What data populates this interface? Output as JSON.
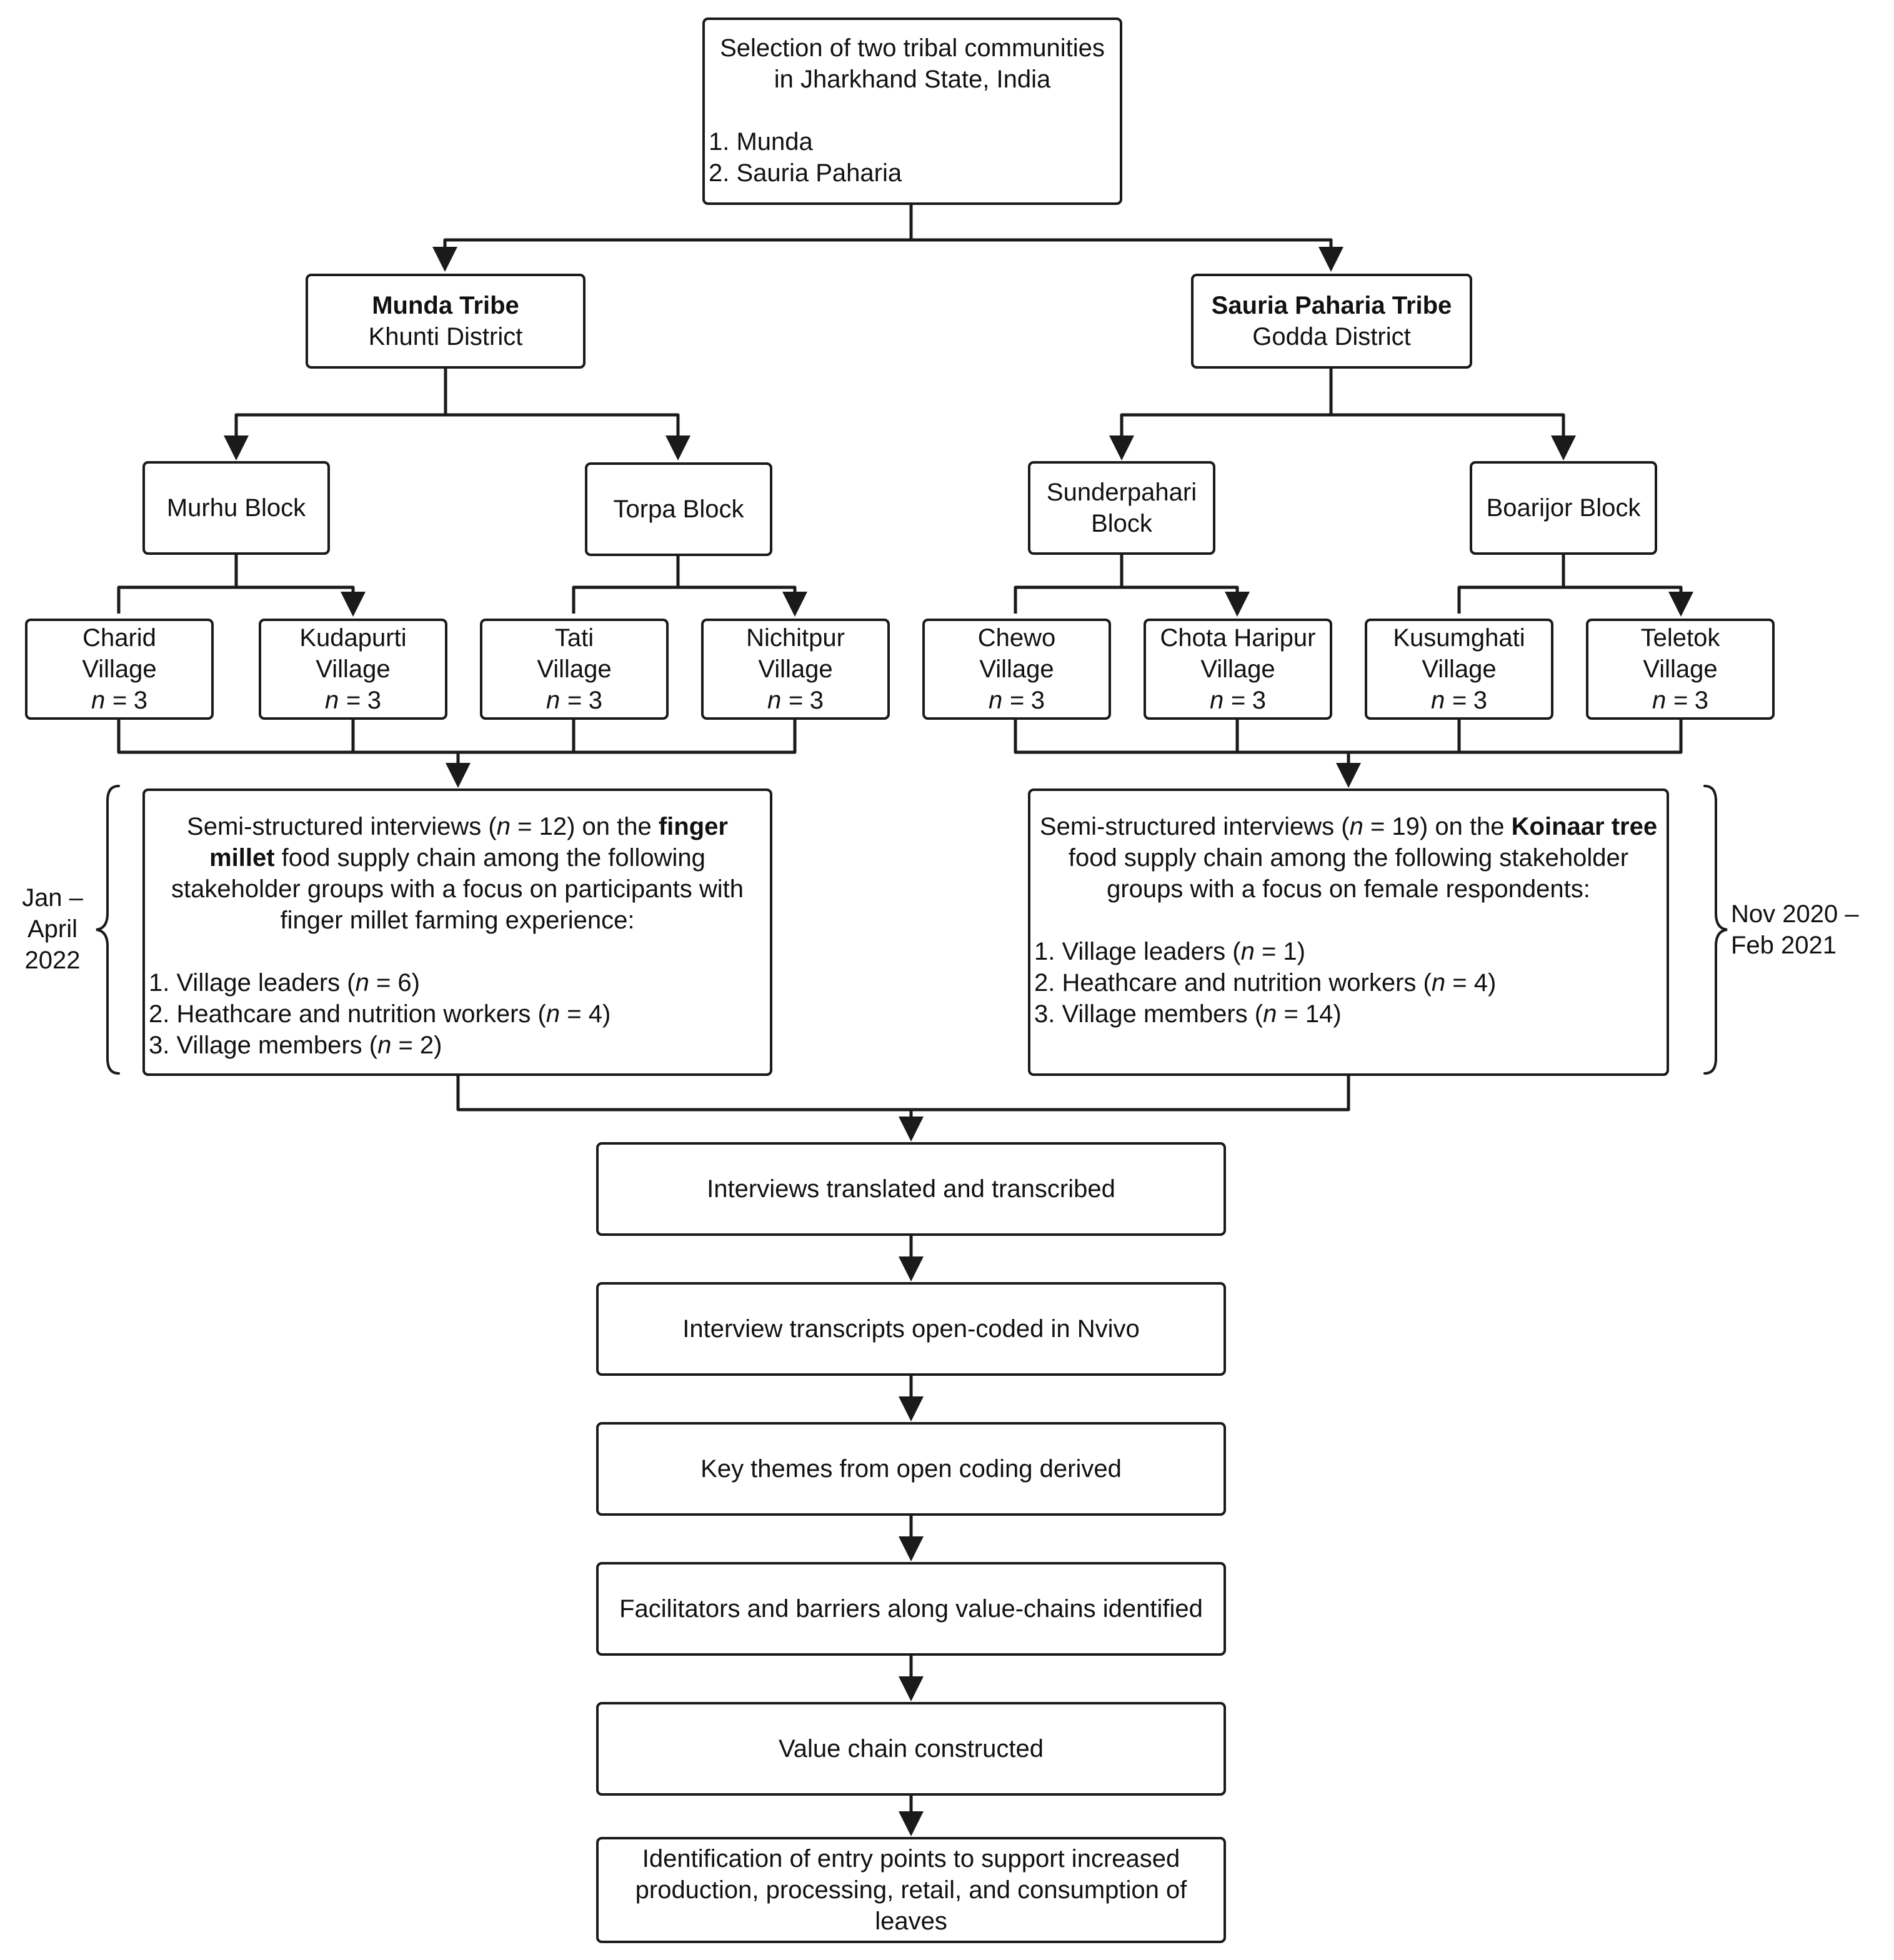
{
  "selection": {
    "title_line1": "Selection of two tribal communities",
    "title_line2": "in Jharkhand State, India",
    "items": [
      "1. Munda",
      "2. Sauria Paharia"
    ]
  },
  "tribes": {
    "munda": {
      "name": "Munda Tribe",
      "district": "Khunti District"
    },
    "sauria": {
      "name": "Sauria Paharia Tribe",
      "district": "Godda District"
    }
  },
  "blocks": {
    "murhu": "Murhu Block",
    "torpa": "Torpa Block",
    "sunderpahari_line1": "Sunderpahari",
    "sunderpahari_line2": "Block",
    "boarijor": "Boarijor Block"
  },
  "villages": [
    {
      "name": "Charid",
      "label": "Village",
      "n": "3"
    },
    {
      "name": "Kudapurti",
      "label": "Village",
      "n": "3"
    },
    {
      "name": "Tati",
      "label": "Village",
      "n": "3"
    },
    {
      "name": "Nichitpur",
      "label": "Village",
      "n": "3"
    },
    {
      "name": "Chewo",
      "label": "Village",
      "n": "3"
    },
    {
      "name": "Chota Haripur",
      "label": "Village",
      "n": "3"
    },
    {
      "name": "Kusumghati",
      "label": "Village",
      "n": "3"
    },
    {
      "name": "Teletok",
      "label": "Village",
      "n": "3"
    }
  ],
  "interviews": {
    "left": {
      "prefix": "Semi-structured interviews (",
      "n_var": "n",
      "count": " = 12) on the ",
      "bold": "finger millet",
      "rest": " food supply chain among the following stakeholder groups with a focus on participants with finger millet farming experience:",
      "items": [
        {
          "label": "1. Village leaders (",
          "n": "n",
          "value": " = 6)"
        },
        {
          "label": "2. Heathcare and nutrition workers (",
          "n": "n",
          "value": " = 4)"
        },
        {
          "label": "3. Village members (",
          "n": "n",
          "value": " = 2)"
        }
      ]
    },
    "right": {
      "prefix": "Semi-structured interviews (",
      "n_var": "n",
      "count": " = 19) on the ",
      "bold": "Koinaar tree",
      "rest": " food supply chain among the following stakeholder groups with a focus on female respondents:",
      "items": [
        {
          "label": "1. Village leaders (",
          "n": "n",
          "value": " = 1)"
        },
        {
          "label": "2. Heathcare and nutrition workers (",
          "n": "n",
          "value": " = 4)"
        },
        {
          "label": "3. Village members (",
          "n": "n",
          "value": " = 14)"
        }
      ]
    }
  },
  "dates": {
    "left": [
      "Jan –",
      "April",
      "2022"
    ],
    "right": [
      "Nov 2020 –",
      "Feb 2021"
    ]
  },
  "n_label": "n =",
  "steps": [
    "Interviews translated and transcribed",
    "Interview transcripts open-coded in Nvivo",
    "Key themes from open coding derived",
    "Facilitators and barriers along value-chains identified",
    "Value chain constructed",
    "Identification of entry points to support increased production, processing, retail, and consumption of leaves"
  ],
  "colors": {
    "stroke": "#1a1a1a",
    "background": "#ffffff"
  }
}
